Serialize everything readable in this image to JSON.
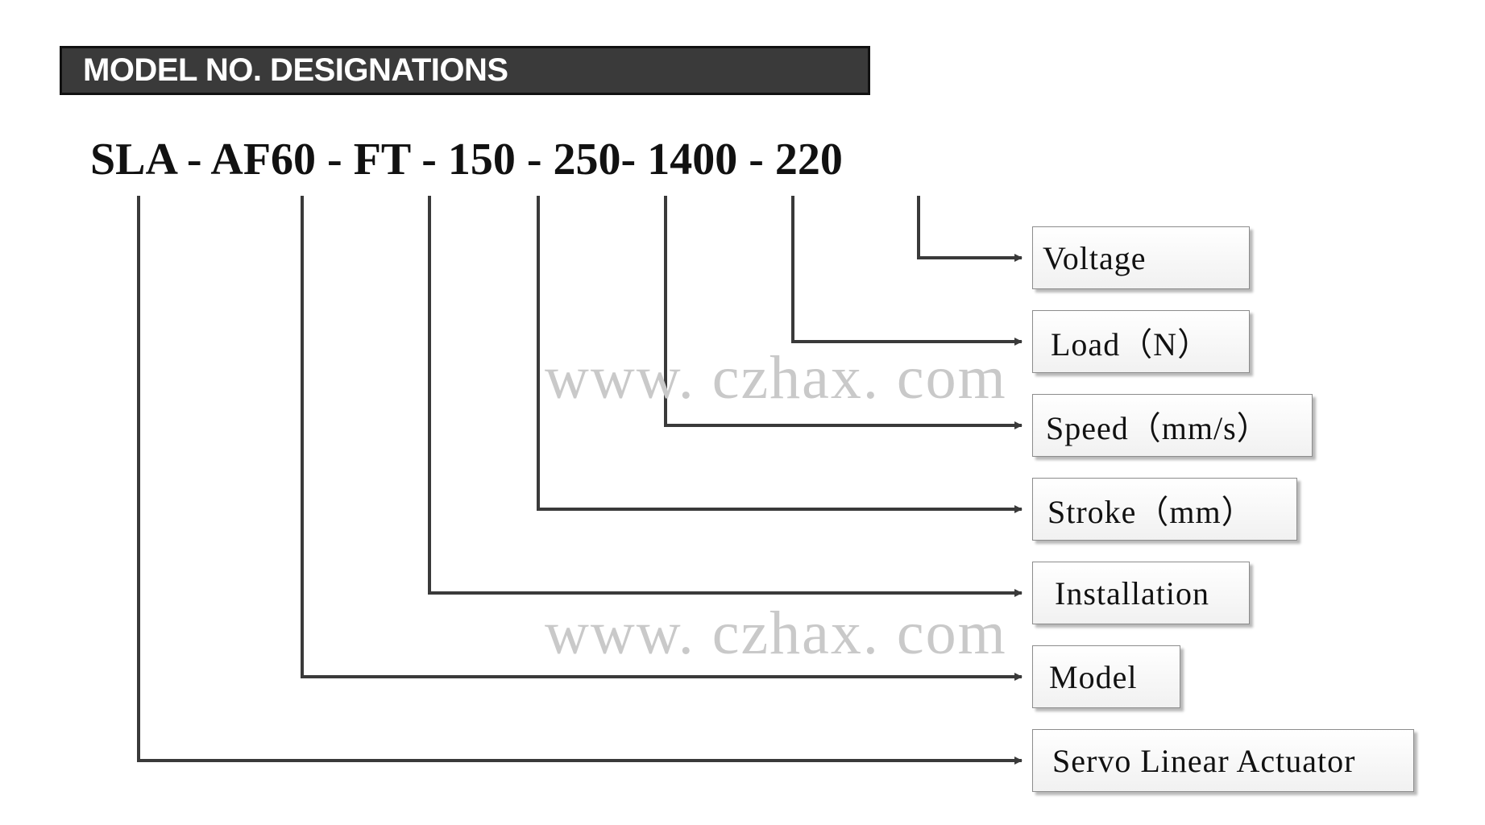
{
  "header": {
    "title": "MODEL NO. DESIGNATIONS"
  },
  "model_code": "SLA - AF60 - FT - 150 - 250- 1400 - 220",
  "segments": [
    "SLA",
    "AF60",
    "FT",
    "150",
    "250",
    "1400",
    "220"
  ],
  "labels": {
    "voltage": "Voltage",
    "load": "Load（N）",
    "speed": "Speed（mm/s）",
    "stroke": "Stroke（mm）",
    "installation": "Installation",
    "model": "Model",
    "servo": "Servo Linear Actuator"
  },
  "watermark": "www. czhax. com",
  "colors": {
    "title_bg": "#3a3a3a",
    "line": "#3a3a3a",
    "watermark": "#c9c9c9"
  }
}
